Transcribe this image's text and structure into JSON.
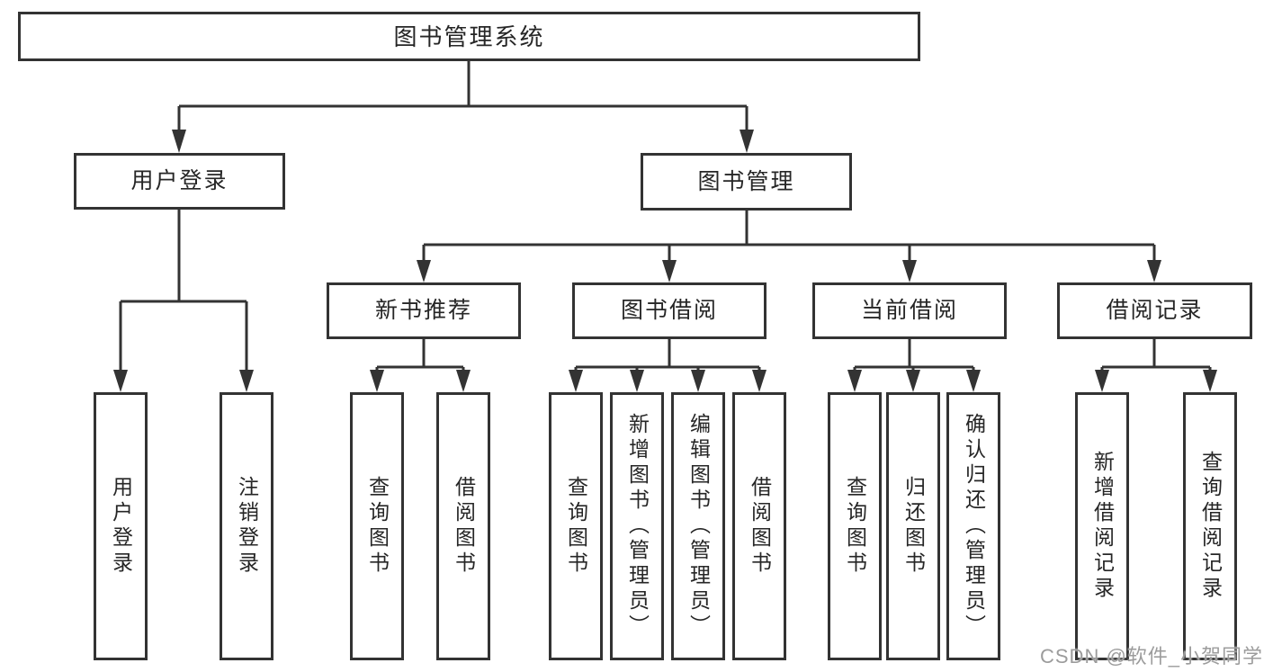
{
  "diagram": {
    "type": "hierarchy-functional-structure",
    "colors": {
      "line": "#333333",
      "box_border": "#333333",
      "box_fill": "#ffffff",
      "text": "#262626",
      "background": "#ffffff",
      "watermark_text": "#9c9c9c"
    },
    "tree": {
      "root": {
        "label": "图书管理系统"
      },
      "children": [
        {
          "label": "用户登录",
          "children": [
            {
              "label": "用户登录"
            },
            {
              "label": "注销登录"
            }
          ]
        },
        {
          "label": "图书管理",
          "children": [
            {
              "label": "新书推荐",
              "children": [
                {
                  "label": "查询图书"
                },
                {
                  "label": "借阅图书"
                }
              ]
            },
            {
              "label": "图书借阅",
              "children": [
                {
                  "label": "查询图书"
                },
                {
                  "label": "新增图书（管理员）"
                },
                {
                  "label": "编辑图书（管理员）"
                },
                {
                  "label": "借阅图书"
                }
              ]
            },
            {
              "label": "当前借阅",
              "children": [
                {
                  "label": "查询图书"
                },
                {
                  "label": "归还图书"
                },
                {
                  "label": "确认归还（管理员）"
                }
              ]
            },
            {
              "label": "借阅记录",
              "children": [
                {
                  "label": "新增借阅记录"
                },
                {
                  "label": "查询借阅记录"
                }
              ]
            }
          ]
        }
      ]
    },
    "watermark": "CSDN @软件_小贺同学"
  }
}
